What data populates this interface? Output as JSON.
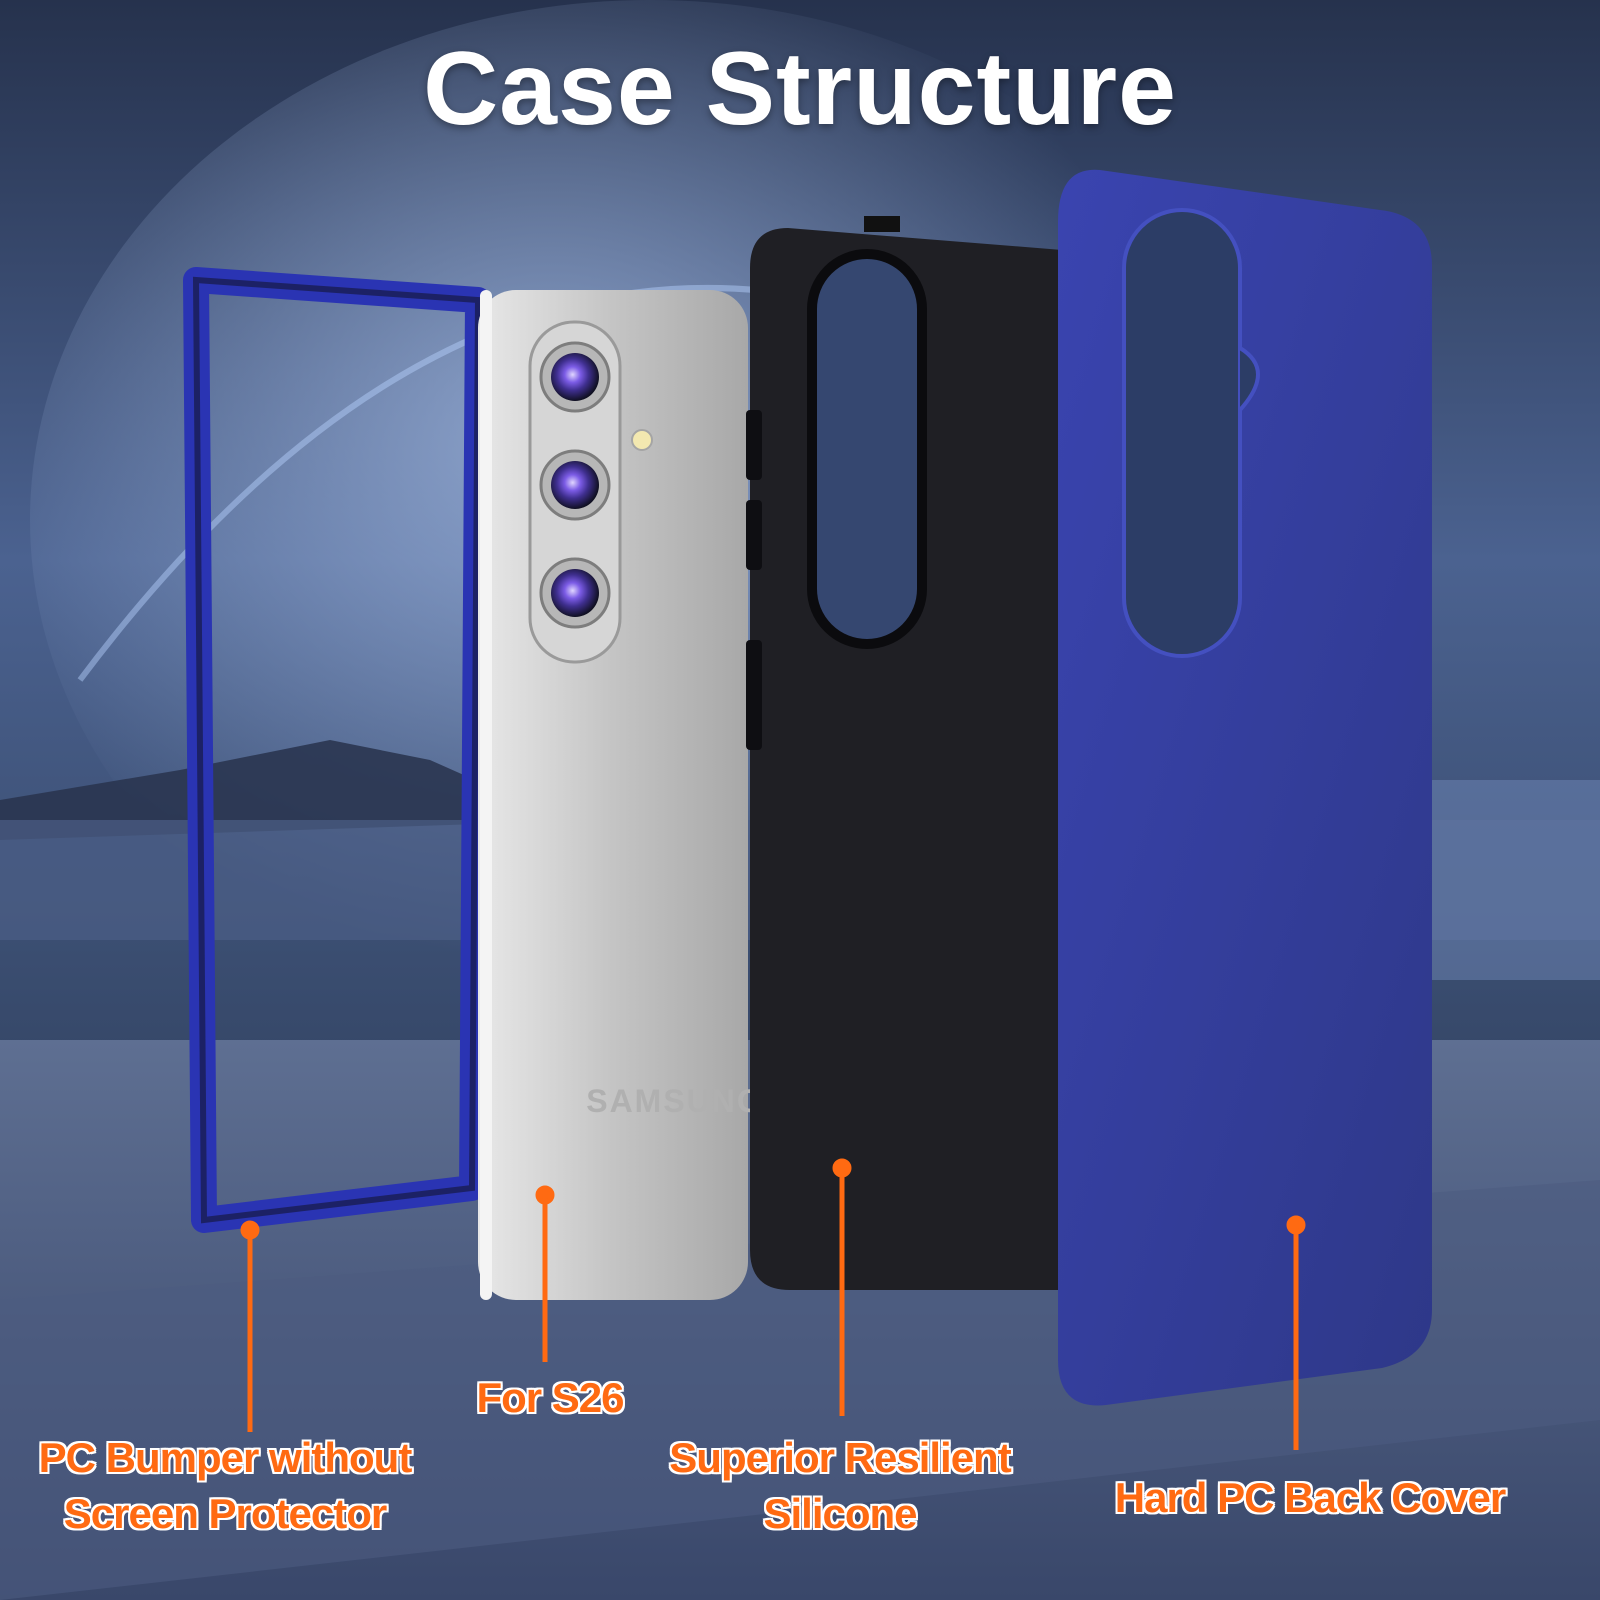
{
  "title": "Case Structure",
  "brand_mark": "SAMSUNG",
  "callouts": {
    "bumper": {
      "line1": "PC Bumper without",
      "line2": "Screen Protector"
    },
    "phone": {
      "line1": "For S26"
    },
    "silicone": {
      "line1": "Superior Resilient",
      "line2": "Silicone"
    },
    "back_cover": {
      "line1": "Hard PC Back Cover"
    }
  },
  "colors": {
    "accent_orange": "#ff6a12",
    "bumper_blue": "#2832a8",
    "back_cover_blue": "#333d96",
    "silicone_black": "#1e1e22",
    "phone_silver": "#c9c9c9"
  }
}
